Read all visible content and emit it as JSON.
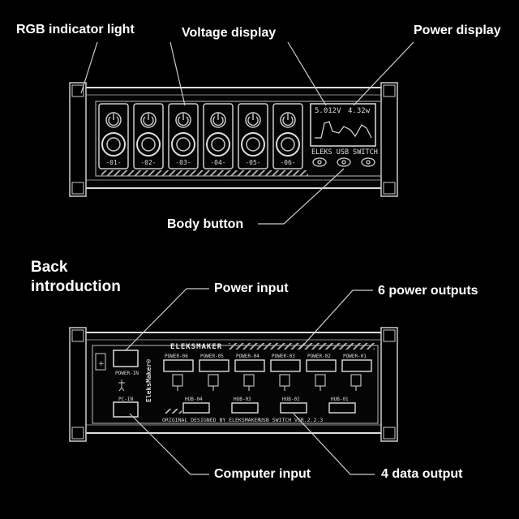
{
  "front": {
    "labels": {
      "rgb": "RGB indicator light",
      "voltage": "Voltage display",
      "power": "Power display",
      "body_button": "Body button"
    },
    "ports": [
      "-01-",
      "-02-",
      "-03-",
      "-04-",
      "-05-",
      "-06-"
    ],
    "screen": {
      "voltage": "5.012V",
      "power": "4.32w"
    },
    "brand_line": "ELEKS USB SWITCH"
  },
  "back": {
    "title_line1": "Back",
    "title_line2": "introduction",
    "labels": {
      "power_input": "Power input",
      "power_outputs": "6 power outputs",
      "computer_input": "Computer input",
      "data_output": "4 data output"
    },
    "brand": "ELEKSMAKER",
    "side_brand": "EleksMaker®",
    "power_ports": [
      "POWER-06",
      "POWER-05",
      "POWER-04",
      "POWER-03",
      "POWER-02",
      "POWER-01"
    ],
    "hub_ports": [
      "HUB-04",
      "HUB-03",
      "HUB-02",
      "HUB-01"
    ],
    "power_in": "POWER-IN",
    "pc_in": "PC-IN",
    "footer_left": "ORIGINAL DESIGNED BY ELEKSMAKER",
    "footer_right": "USB SWITCH VER.2.2.3"
  }
}
